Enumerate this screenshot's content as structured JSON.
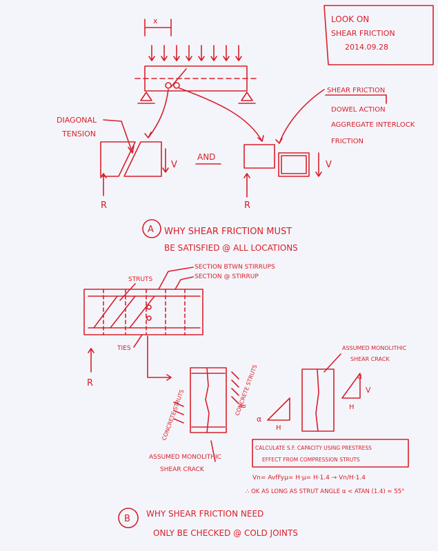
{
  "title_box": {
    "line1": "LOOK ON",
    "line2": "SHEAR FRICTION",
    "date": "2014.09.28"
  },
  "top_diagram": {
    "x_label": "x",
    "diagonal_tension_1": "DIAGONAL",
    "diagonal_tension_2": "TENSION",
    "and_label": "AND",
    "v_left": "V",
    "v_right": "V",
    "r_left": "R",
    "r_right": "R",
    "shear_friction_title": "SHEAR FRICTION",
    "bullets": [
      "DOWEL ACTION",
      "AGGREGATE INTERLOCK",
      "FRICTION"
    ]
  },
  "section_a": {
    "letter": "A",
    "line1": "WHY SHEAR FRICTION MUST",
    "line2": "BE SATISFIED @ ALL LOCATIONS"
  },
  "middle_diagram": {
    "struts": "STRUTS",
    "section_btwn": "SECTION BTWN STIRRUPS",
    "section_at": "SECTION @ STIRRUP",
    "ties": "TIES",
    "r_label": "R",
    "concrete_struts_1": "CONCRETE STRUTS",
    "concrete_struts_2": "CONCRETE STRUTS",
    "assumed_crack_left_1": "ASSUMED MONOLITHIC",
    "assumed_crack_left_2": "SHEAR CRACK",
    "assumed_crack_right_1": "ASSUMED MONOLITHIC",
    "assumed_crack_right_2": "SHEAR CRACK",
    "approx": "≈",
    "alpha": "α",
    "v_label": "V",
    "h_label": "H",
    "calc_line1": "CALCULATE S.F. CAPACITY USING PRESTRESS",
    "calc_line2": "EFFECT FROM COMPRESSION STRUTS",
    "eq1": "Vn= AvfFyμ= H·μ= H·1.4 → Vn/H·1.4",
    "eq2": "∴ OK AS LONG AS STRUT ANGLE α < ATAN (1.4) ≈ 55°"
  },
  "section_b": {
    "letter": "B",
    "line1": "WHY SHEAR FRICTION NEED",
    "line2": "ONLY BE CHECKED @ COLD JOINTS"
  }
}
